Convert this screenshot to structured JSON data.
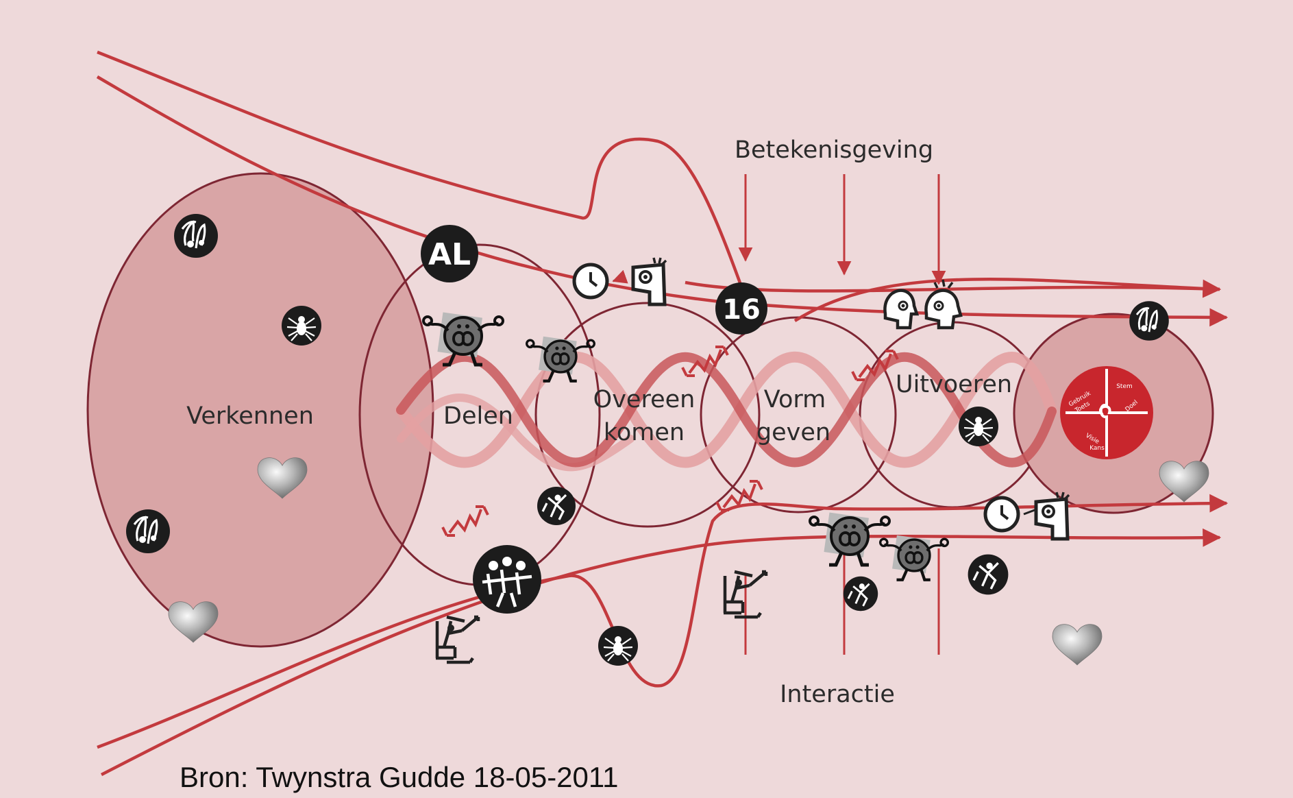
{
  "labels": {
    "verkennen": "Verkennen",
    "delen": "Delen",
    "overeen_line1": "Overeen",
    "overeen_line2": "komen",
    "vorm_line1": "Vorm",
    "vorm_line2": "geven",
    "uitvoeren": "Uitvoeren",
    "betekenisgeving": "Betekenisgeving",
    "interactie": "Interactie"
  },
  "badges": {
    "al": "AL",
    "sixteen": "16"
  },
  "source": "Bron: Twynstra Gudde 18-05-2011",
  "puzzle": {
    "texts": [
      "Gebruik",
      "Toets",
      "Stem",
      "Doel",
      "Visie",
      "Kans"
    ]
  },
  "icons": [
    "hands-icon",
    "spider-icon",
    "heart-icon",
    "gear-monster-icon",
    "clock-icon",
    "face-icon",
    "people-icon",
    "puzzle-icon",
    "dancer-icon",
    "desk-person-icon",
    "lightning-icon"
  ],
  "colors": {
    "background": "#eed9da",
    "main_ellipse_fill": "#d9a5a6",
    "circle_stroke": "#7e2633",
    "flow_line": "#c33a3e",
    "helix_dark": "#c8575b",
    "helix_light": "#e3a1a2",
    "puzzle": "#c8262d"
  }
}
